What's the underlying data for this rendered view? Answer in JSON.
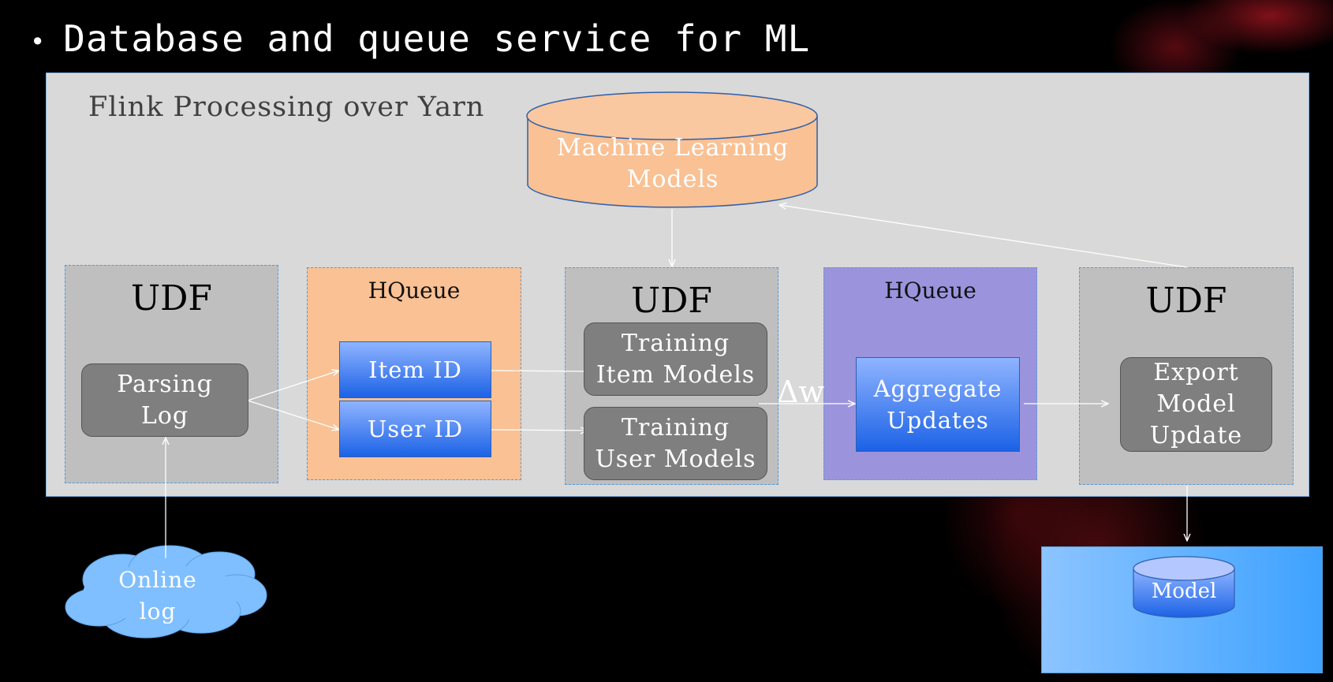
{
  "slide": {
    "title": "Database and queue service for ML"
  },
  "flink": {
    "title": "Flink Processing over Yarn"
  },
  "cylinder": {
    "label": "Machine Learning\nModels"
  },
  "udf1": {
    "label": "UDF",
    "node": "Parsing\nLog"
  },
  "hqueue1": {
    "label": "HQueue",
    "item": "Item ID",
    "user": "User ID"
  },
  "udf2": {
    "label": "UDF",
    "train_item": "Training\nItem Models",
    "train_user": "Training\nUser Models"
  },
  "hqueue2": {
    "label": "HQueue",
    "node": "Aggregate\nUpdates"
  },
  "udf3": {
    "label": "UDF",
    "node": "Export\nModel\nUpdate"
  },
  "delta_label": "Δw",
  "cloud": {
    "label": "Online\nlog"
  },
  "model_db": {
    "label": "Model"
  },
  "colors": {
    "panel": "#d9d9d9",
    "udf": "#bfbfbf",
    "hqueue_orange": "#f9c194",
    "hqueue_purple": "#9b94dc",
    "node_gray": "#7f7f7f",
    "node_blue": "#1c62e6",
    "cloud": "#7fbfff"
  }
}
